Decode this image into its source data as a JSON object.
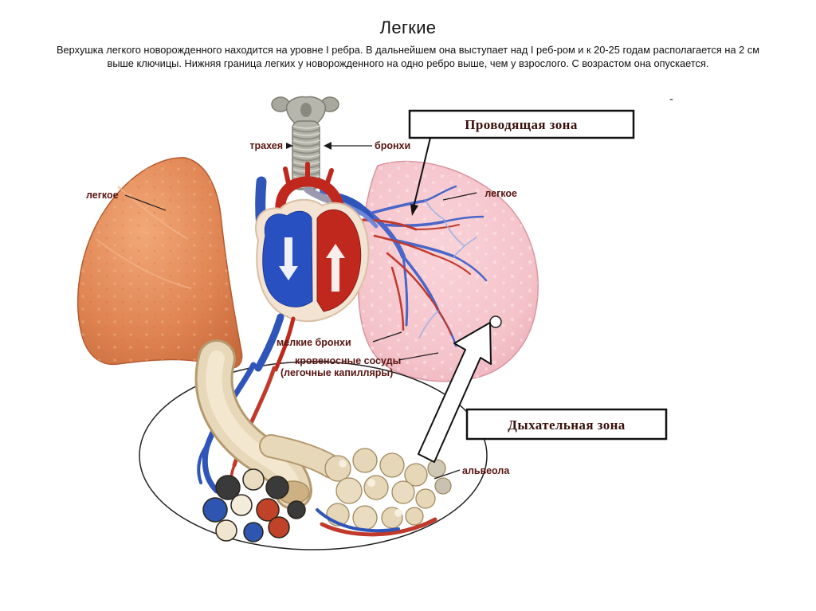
{
  "slide": {
    "title": "Легкие",
    "body": "Верхушка легкого новорожденного находится на уровне I ребра. В дальнейшем она выступает над I реб-ром и к 20-25 годам располагается на 2 см выше ключицы. Нижняя граница легких у новорожденного на одно ребро выше, чем у взрослого. С возрастом она опускается.",
    "stray_mark": "-"
  },
  "diagram": {
    "zone_boxes": {
      "conducting": "Проводящая зона",
      "respiratory": "Дыхательная зона"
    },
    "labels": {
      "trachea": "трахея",
      "bronchi": "бронхи",
      "left_lung": "легкое",
      "right_lung": "легкое",
      "small_bronchi": "мелкие бронхи",
      "blood_vessels": "кровеносные сосуды",
      "pulmonary_capillaries": "(легочные капилляры)",
      "alveolus": "альвеола"
    },
    "colors": {
      "left_lung_orange": "#e08553",
      "right_lung_pink": "#f4c3ca",
      "artery_red": "#c0271d",
      "vein_blue": "#2f55b8",
      "label_maroon": "#581410",
      "zone_text": "#38100c",
      "duct_beige": "#e8d8ba"
    }
  }
}
